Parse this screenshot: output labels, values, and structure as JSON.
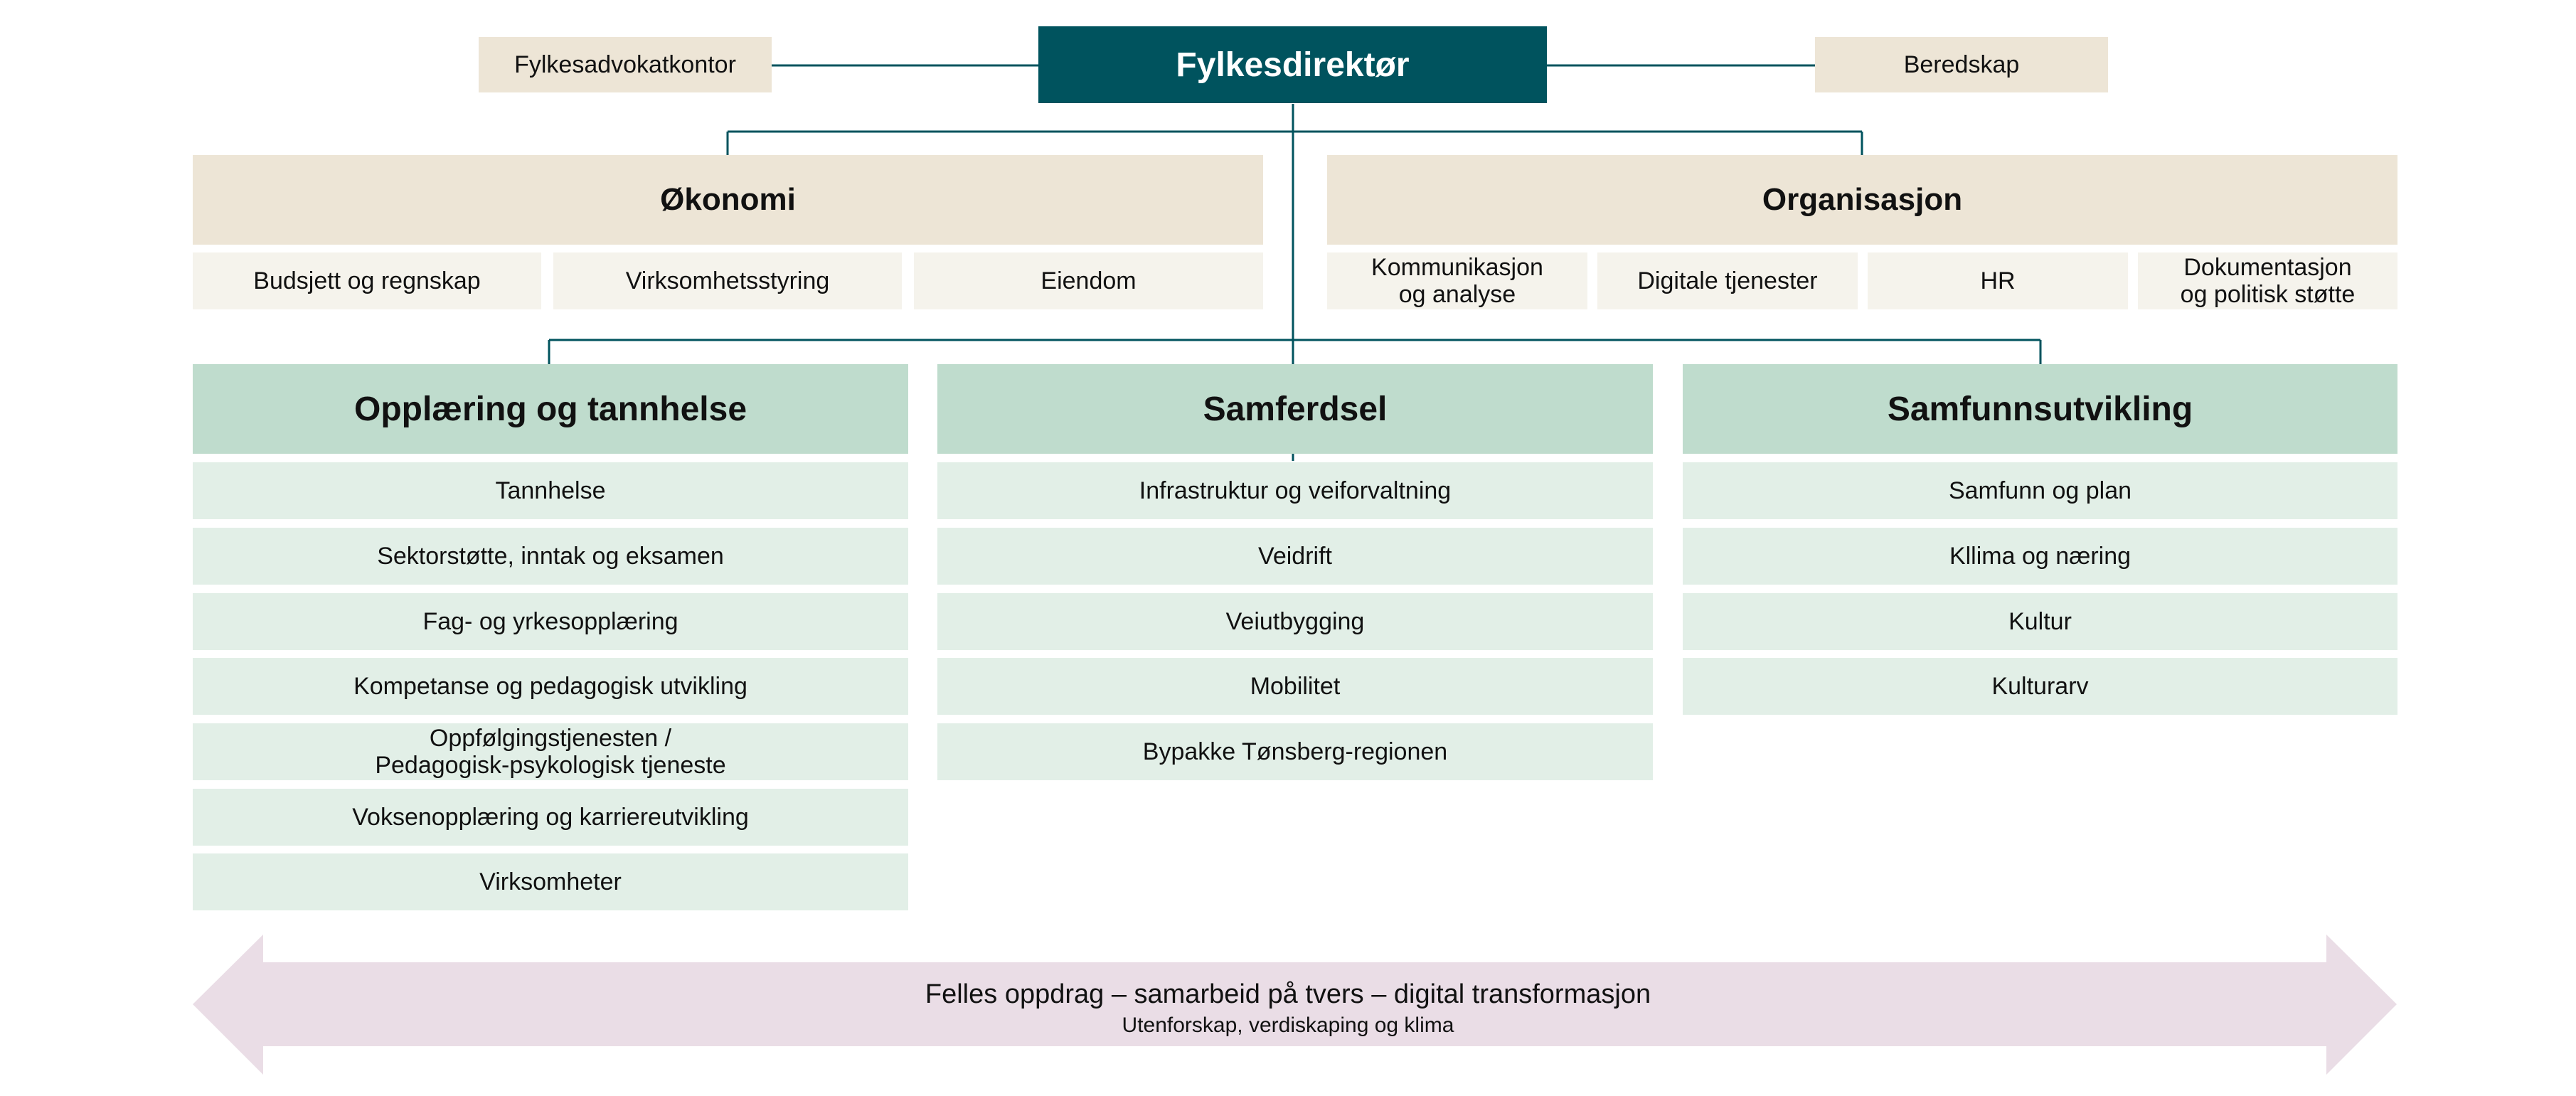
{
  "colors": {
    "director_bg": "#00535e",
    "beige": "#ede5d6",
    "light_beige": "#f5f3ec",
    "green_header": "#bfdccd",
    "green_unit": "#e2efe7",
    "arrow": "#eadde6",
    "connector": "#00535e"
  },
  "director": {
    "label": "Fylkesdirektør"
  },
  "side_units": {
    "left": "Fylkesadvokatkontor",
    "right": "Beredskap"
  },
  "staff": [
    {
      "title": "Økonomi",
      "units": [
        "Budsjett og regnskap",
        "Virksomhetsstyring",
        "Eiendom"
      ]
    },
    {
      "title": "Organisasjon",
      "units": [
        "Kommunikasjon\nog analyse",
        "Digitale tjenester",
        "HR",
        "Dokumentasjon\nog politisk støtte"
      ]
    }
  ],
  "divisions": [
    {
      "title": "Opplæring og tannhelse",
      "units": [
        "Tannhelse",
        "Sektorstøtte, inntak og eksamen",
        "Fag- og yrkesopplæring",
        "Kompetanse og pedagogisk utvikling",
        "Oppfølgingstjenesten /\nPedagogisk-psykologisk tjeneste",
        "Voksenopplæring og karriereutvikling",
        "Virksomheter"
      ]
    },
    {
      "title": "Samferdsel",
      "units": [
        "Infrastruktur og veiforvaltning",
        "Veidrift",
        "Veiutbygging",
        "Mobilitet",
        "Bypakke Tønsberg-regionen"
      ]
    },
    {
      "title": "Samfunnsutvikling",
      "units": [
        "Samfunn og plan",
        "Kllima og næring",
        "Kultur",
        "Kulturarv"
      ]
    }
  ],
  "banner": {
    "main": "Felles oppdrag – samarbeid på tvers – digital transformasjon",
    "sub": "Utenforskap, verdiskaping og klima"
  }
}
